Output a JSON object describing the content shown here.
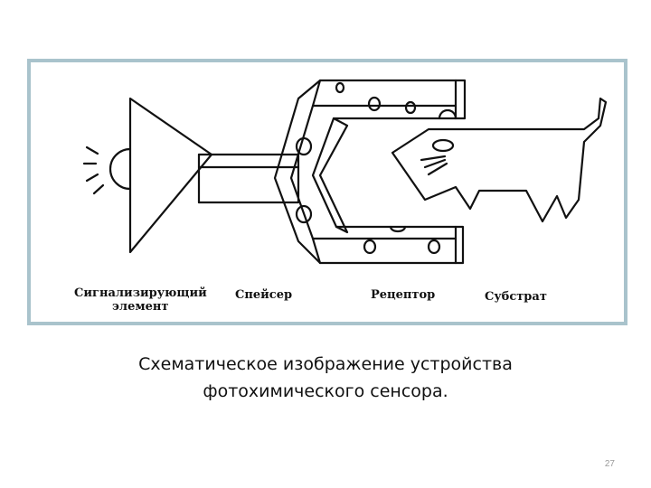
{
  "diagram": {
    "labels": {
      "signaling_line1": "Сигнализирующий",
      "signaling_line2": "элемент",
      "spacer": "Спейсер",
      "receptor": "Рецептор",
      "substrate": "Субстрат"
    }
  },
  "caption": {
    "line1": "Схематическое изображение устройства",
    "line2": "фотохимического сенсора."
  },
  "page_number": "27",
  "colors": {
    "frame_border": "#a9c3cc",
    "ink": "#111111",
    "page_number": "#9a9a9a"
  }
}
